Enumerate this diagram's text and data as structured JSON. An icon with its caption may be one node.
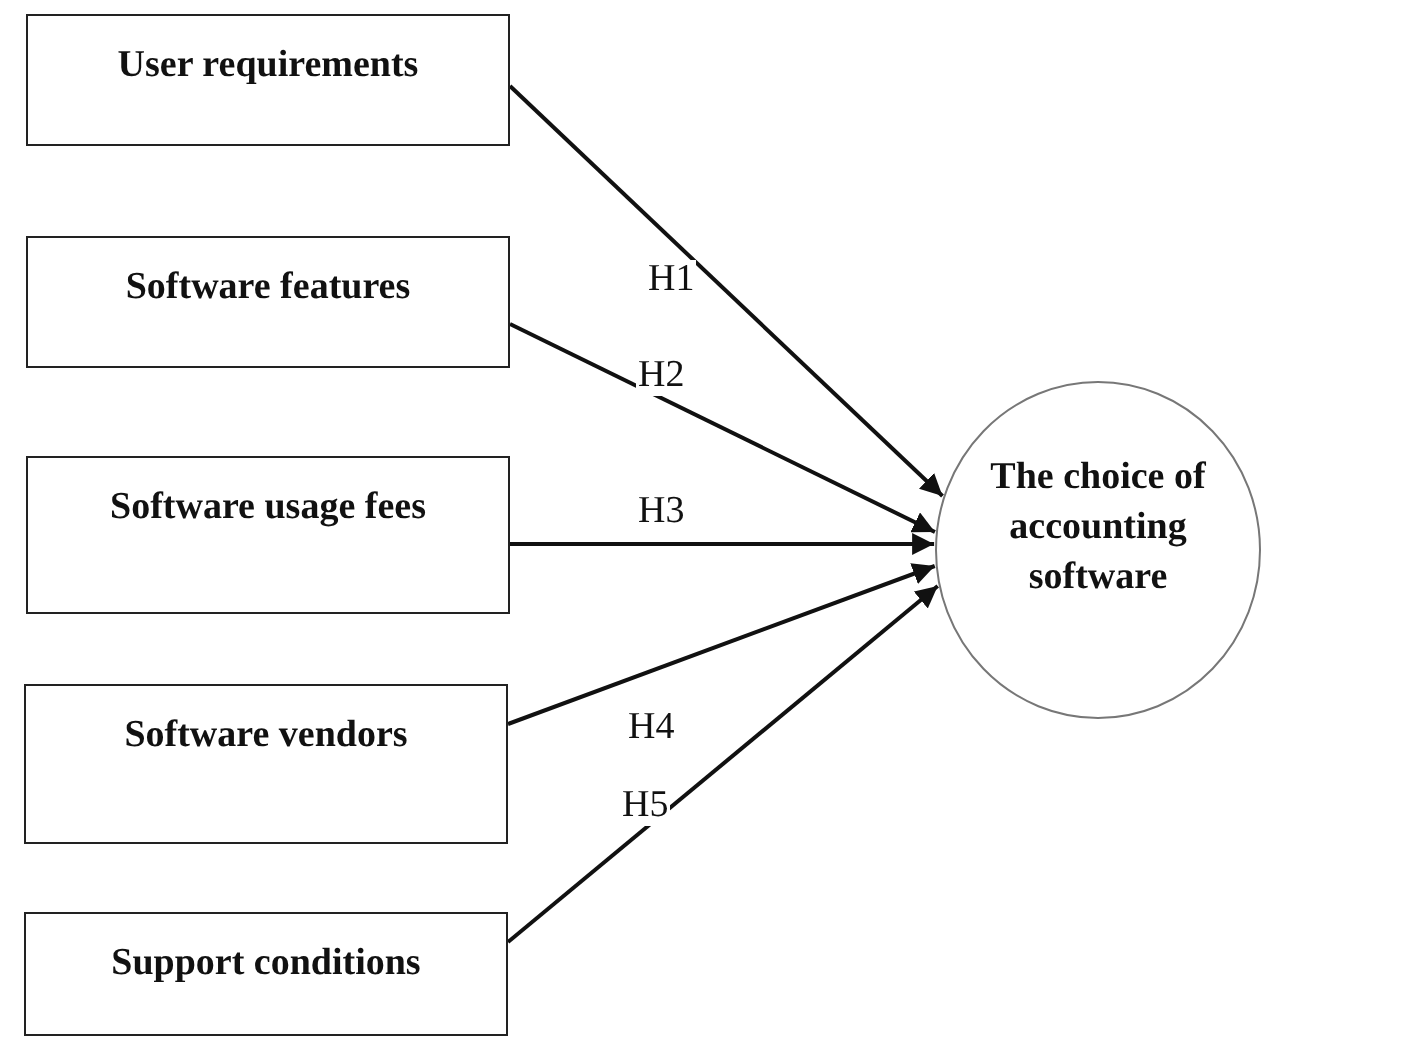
{
  "diagram": {
    "nodes": [
      {
        "text": [
          "User requirements"
        ]
      },
      {
        "text": [
          "Software features"
        ]
      },
      {
        "text": [
          "Software usage fees"
        ]
      },
      {
        "text": [
          "Software vendors"
        ]
      },
      {
        "text": [
          "Support conditions"
        ]
      },
      {
        "text": [
          "The choice of accounting software"
        ]
      }
    ],
    "edges": [
      {
        "from": 0,
        "to": 5,
        "arrow": "to",
        "label": "H1"
      },
      {
        "from": 1,
        "to": 5,
        "arrow": "to",
        "label": "H2"
      },
      {
        "from": 2,
        "to": 5,
        "arrow": "to",
        "label": "H3"
      },
      {
        "from": 3,
        "to": 5,
        "arrow": "to",
        "label": "H4"
      },
      {
        "from": 4,
        "to": 5,
        "arrow": "to",
        "label": "H5"
      }
    ]
  }
}
